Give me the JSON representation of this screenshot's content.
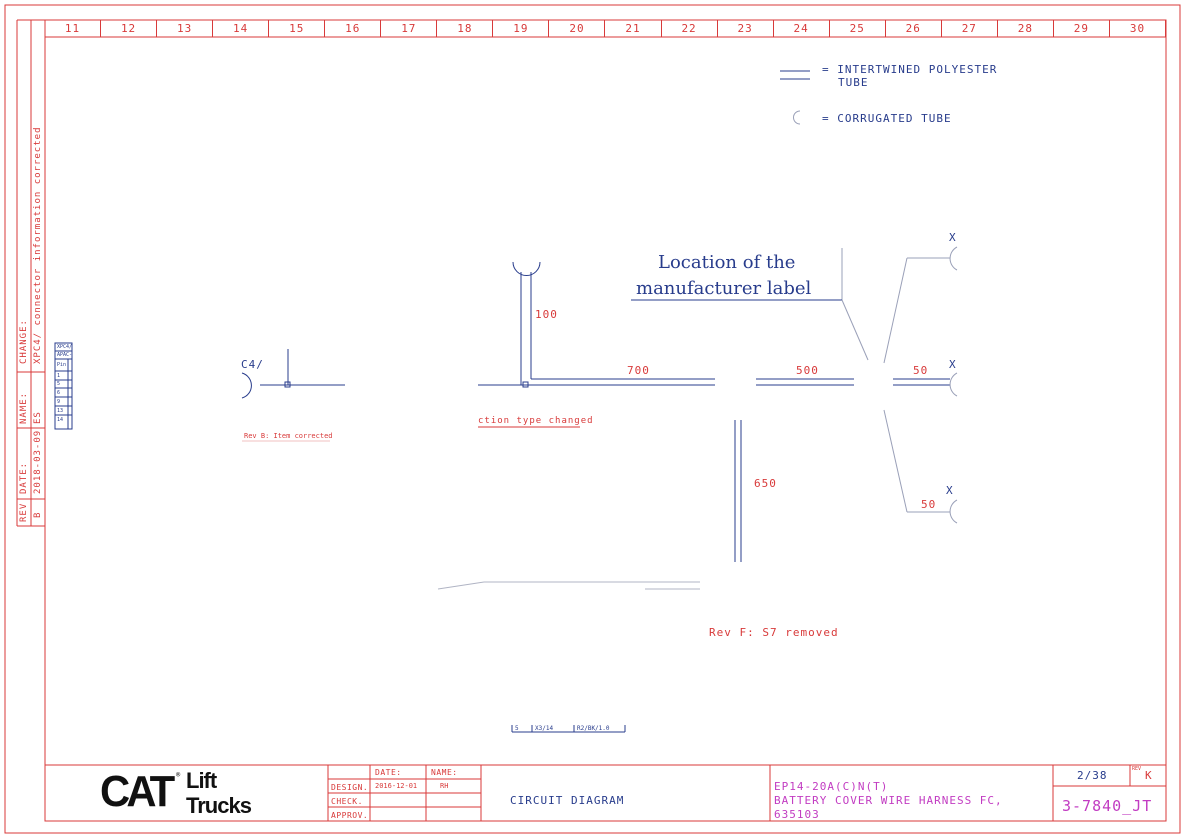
{
  "column_numbers": [
    "11",
    "12",
    "13",
    "14",
    "15",
    "16",
    "17",
    "18",
    "19",
    "20",
    "21",
    "22",
    "23",
    "24",
    "25",
    "26",
    "27",
    "28",
    "29",
    "30"
  ],
  "legend": {
    "polyester_line1": "= INTERTWINED POLYESTER",
    "polyester_line2": "TUBE",
    "corrugated": "= CORRUGATED TUBE"
  },
  "label_location": {
    "line1": "Location of the",
    "line2": "manufacturer label"
  },
  "dimensions": {
    "d100": "100",
    "d700": "700",
    "d500": "500",
    "d50a": "50",
    "d650": "650",
    "d50b": "50"
  },
  "connectors": {
    "c4": "C4/",
    "x_top": "X",
    "x_mid": "X",
    "x_bottom": "X"
  },
  "revision_notes": {
    "rev_b": "Rev B: Item corrected",
    "rev_type": "ction type changed",
    "rev_f": "Rev F: S7 removed"
  },
  "connector_table": {
    "header1": "XPC4/",
    "header2": "APAC-",
    "pin_header": "Pin",
    "pins": [
      "1",
      "5",
      "6",
      "9",
      "13",
      "14"
    ]
  },
  "wire_label": {
    "c1": "5",
    "c2": "X3/14",
    "c3": "R2/BK/1.0"
  },
  "revision_block": {
    "change_label": "CHANGE:",
    "change_value": "XPC4/ connector information corrected",
    "name_label": "NAME:",
    "name_value": "ES",
    "date_label": "DATE:",
    "date_value": "2018-03-09",
    "rev_label": "REV",
    "rev_value": "B"
  },
  "title_block": {
    "logo_cat": "CAT",
    "logo_lift": "Lift",
    "logo_trucks": "Trucks",
    "date_header": "DATE:",
    "name_header": "NAME:",
    "design_label": "DESIGN.",
    "design_date": "2016-12-01",
    "design_name": "RH",
    "check_label": "CHECK.",
    "approv_label": "APPROV.",
    "doc_type": "CIRCUIT DIAGRAM",
    "title_line1": "EP14-20A(C)N(T)",
    "title_line2": "BATTERY COVER WIRE HARNESS FC,",
    "title_line3": "635103",
    "page": "2/38",
    "rev_label": "REV",
    "rev_value": "K",
    "doc_number": "3-7840_JT"
  },
  "colors": {
    "frame": "#d83a3a",
    "wire": "#283c8c",
    "title": "#c23cc2"
  }
}
